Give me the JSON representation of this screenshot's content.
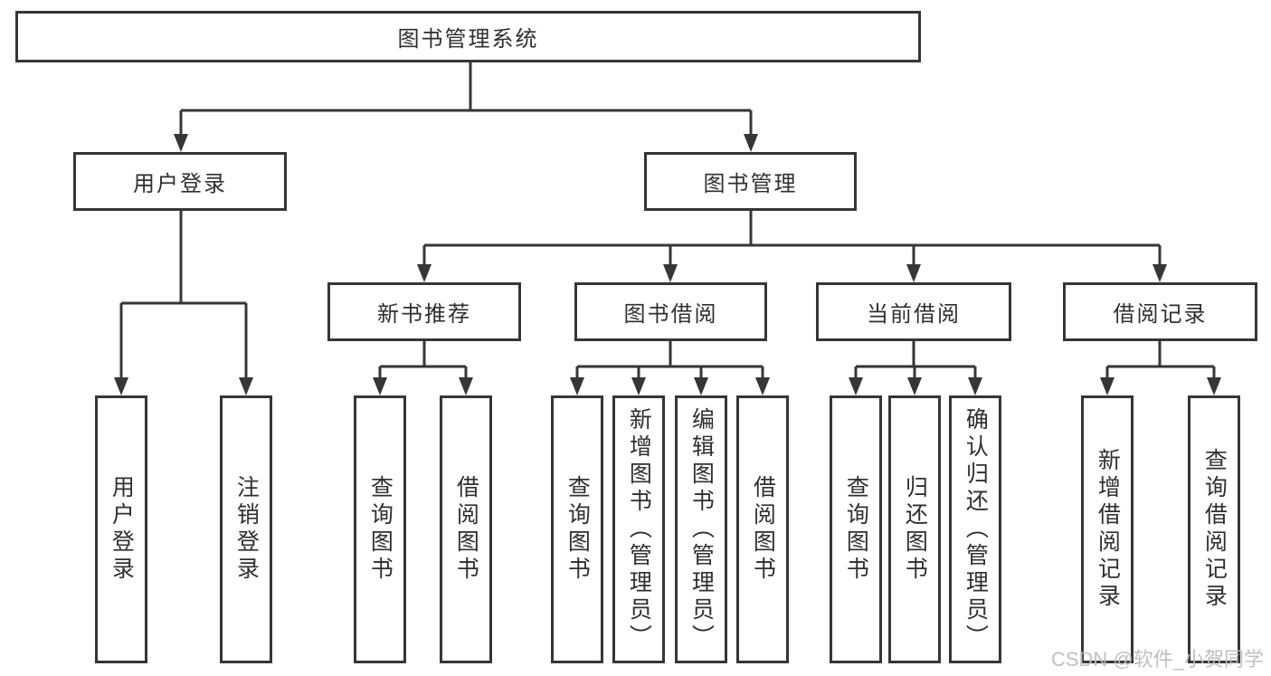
{
  "diagram": {
    "root": {
      "label": "图书管理系统"
    },
    "branches": [
      {
        "label": "用户登录",
        "children": [
          {
            "label": "用户登录"
          },
          {
            "label": "注销登录"
          }
        ]
      },
      {
        "label": "图书管理",
        "children": [
          {
            "label": "新书推荐",
            "children": [
              {
                "label": "查询图书"
              },
              {
                "label": "借阅图书"
              }
            ]
          },
          {
            "label": "图书借阅",
            "children": [
              {
                "label": "查询图书"
              },
              {
                "label": "新增图书（管理员）"
              },
              {
                "label": "编辑图书（管理员）"
              },
              {
                "label": "借阅图书"
              }
            ]
          },
          {
            "label": "当前借阅",
            "children": [
              {
                "label": "查询图书"
              },
              {
                "label": "归还图书"
              },
              {
                "label": "确认归还（管理员）"
              }
            ]
          },
          {
            "label": "借阅记录",
            "children": [
              {
                "label": "新增借阅记录"
              },
              {
                "label": "查询借阅记录"
              }
            ]
          }
        ]
      }
    ]
  },
  "watermark": {
    "text": "CSDN @软件_小贺同学"
  },
  "colors": {
    "line": "#363636",
    "box_border": "#363636",
    "text": "#2f2f2f",
    "watermark": "#bcbcbc",
    "background": "#ffffff"
  }
}
